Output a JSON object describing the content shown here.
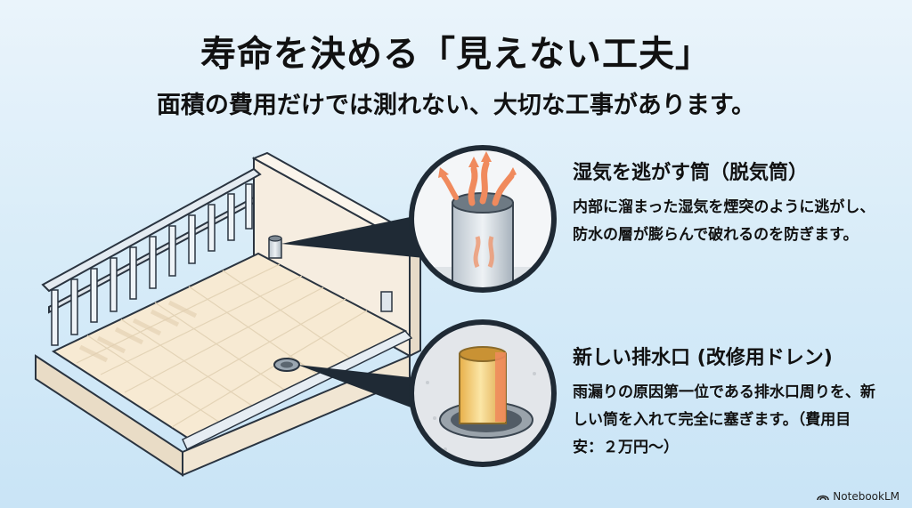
{
  "header": {
    "title": "寿命を決める「見えない工夫」",
    "subtitle": "面積の費用だけでは測れない、大切な工事があります。"
  },
  "callouts": [
    {
      "title": "湿気を逃がす筒（脱気筒）",
      "text": "内部に溜まった湿気を煙突のように逃がし、防水の層が膨らんで破れるのを防ぎます。"
    },
    {
      "title": "新しい排水口 (改修用ドレン)",
      "text": "雨漏りの原因第一位である排水口周りを、新しい筒を入れて完全に塞ぎます。（費用目安：２万円〜）"
    }
  ],
  "footer": {
    "brand": "NotebookLM"
  },
  "colors": {
    "accent_orange": "#f08a5d",
    "accent_yellow": "#f3c96a",
    "outline": "#1f2a35",
    "wall": "#f6ede0",
    "floor": "#f7ead3"
  },
  "icons": [
    "vent-pipe-icon",
    "drain-pipe-icon",
    "notebooklm-logo-icon"
  ]
}
